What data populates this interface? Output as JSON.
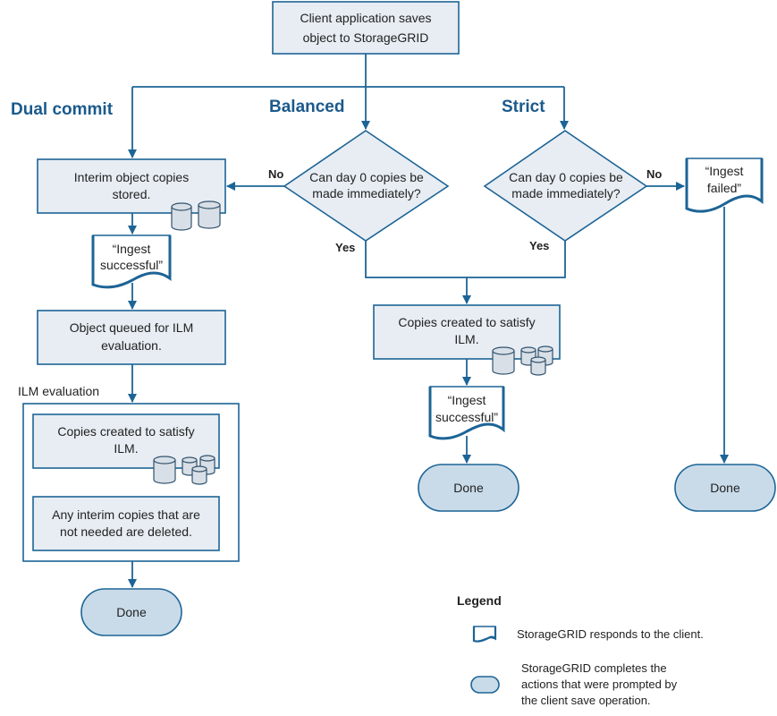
{
  "headers": {
    "dual_commit": "Dual commit",
    "balanced": "Balanced",
    "strict": "Strict"
  },
  "start": {
    "line1": "Client application saves",
    "line2": "object to StorageGRID"
  },
  "decision_balanced": {
    "line1": "Can  day 0 copies be",
    "line2": "made immediately?",
    "no": "No",
    "yes": "Yes"
  },
  "decision_strict": {
    "line1": "Can  day 0 copies be",
    "line2": "made immediately?",
    "no": "No",
    "yes": "Yes"
  },
  "dual": {
    "interim": {
      "line1": "Interim object copies",
      "line2": "stored."
    },
    "response": {
      "line1": "“Ingest",
      "line2": "successful”"
    },
    "queued": {
      "line1": "Object queued for ILM",
      "line2": "evaluation."
    },
    "ilm_label": "ILM evaluation",
    "copies": {
      "line1": "Copies created to satisfy",
      "line2": "ILM."
    },
    "deleted": {
      "line1": "Any interim copies that are",
      "line2": "not needed are deleted."
    },
    "done": "Done"
  },
  "balanced": {
    "copies": {
      "line1": "Copies created to satisfy",
      "line2": "ILM."
    },
    "response": {
      "line1": "“Ingest",
      "line2": "successful”"
    },
    "done": "Done"
  },
  "strict": {
    "response": {
      "line1": "“Ingest",
      "line2": "failed”"
    },
    "done": "Done"
  },
  "legend": {
    "title": "Legend",
    "response_text": "StorageGRID responds to the client.",
    "done_line1": "StorageGRID completes the",
    "done_line2": "actions that were prompted by",
    "done_line3": "the client save operation."
  },
  "colors": {
    "line": "#1d6496",
    "box_fill": "#e7edf3",
    "pill_fill": "#c9dbe9",
    "header": "#1b5a8c"
  },
  "icons": [
    "storage-cylinder-icon",
    "document-response-icon"
  ]
}
